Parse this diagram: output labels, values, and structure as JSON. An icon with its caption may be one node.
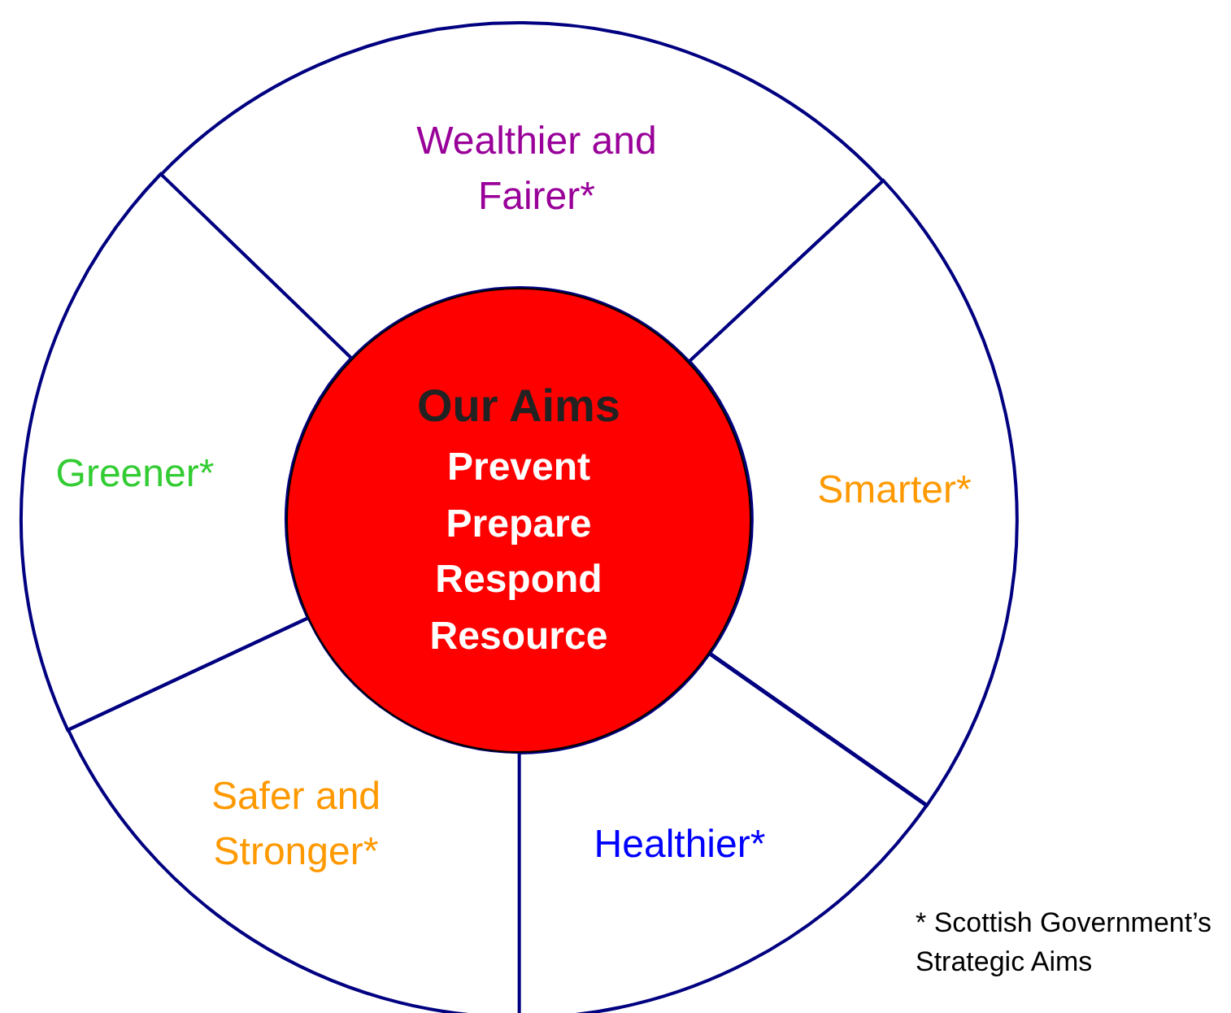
{
  "diagram": {
    "nodes": [
      {
        "text": [
          "Wealthier and Fairer*"
        ]
      },
      {
        "text": [
          "Smarter*"
        ]
      },
      {
        "text": [
          "Healthier*"
        ]
      },
      {
        "text": [
          "Safer and Stronger*"
        ]
      },
      {
        "text": [
          "Greener*"
        ]
      },
      {
        "text": [
          "Our Aims",
          "Prevent",
          "Prepare",
          "Respond",
          "Resource"
        ]
      }
    ],
    "edges": [],
    "labels": [
      "* Scottish Government’s Strategic Aims"
    ]
  }
}
